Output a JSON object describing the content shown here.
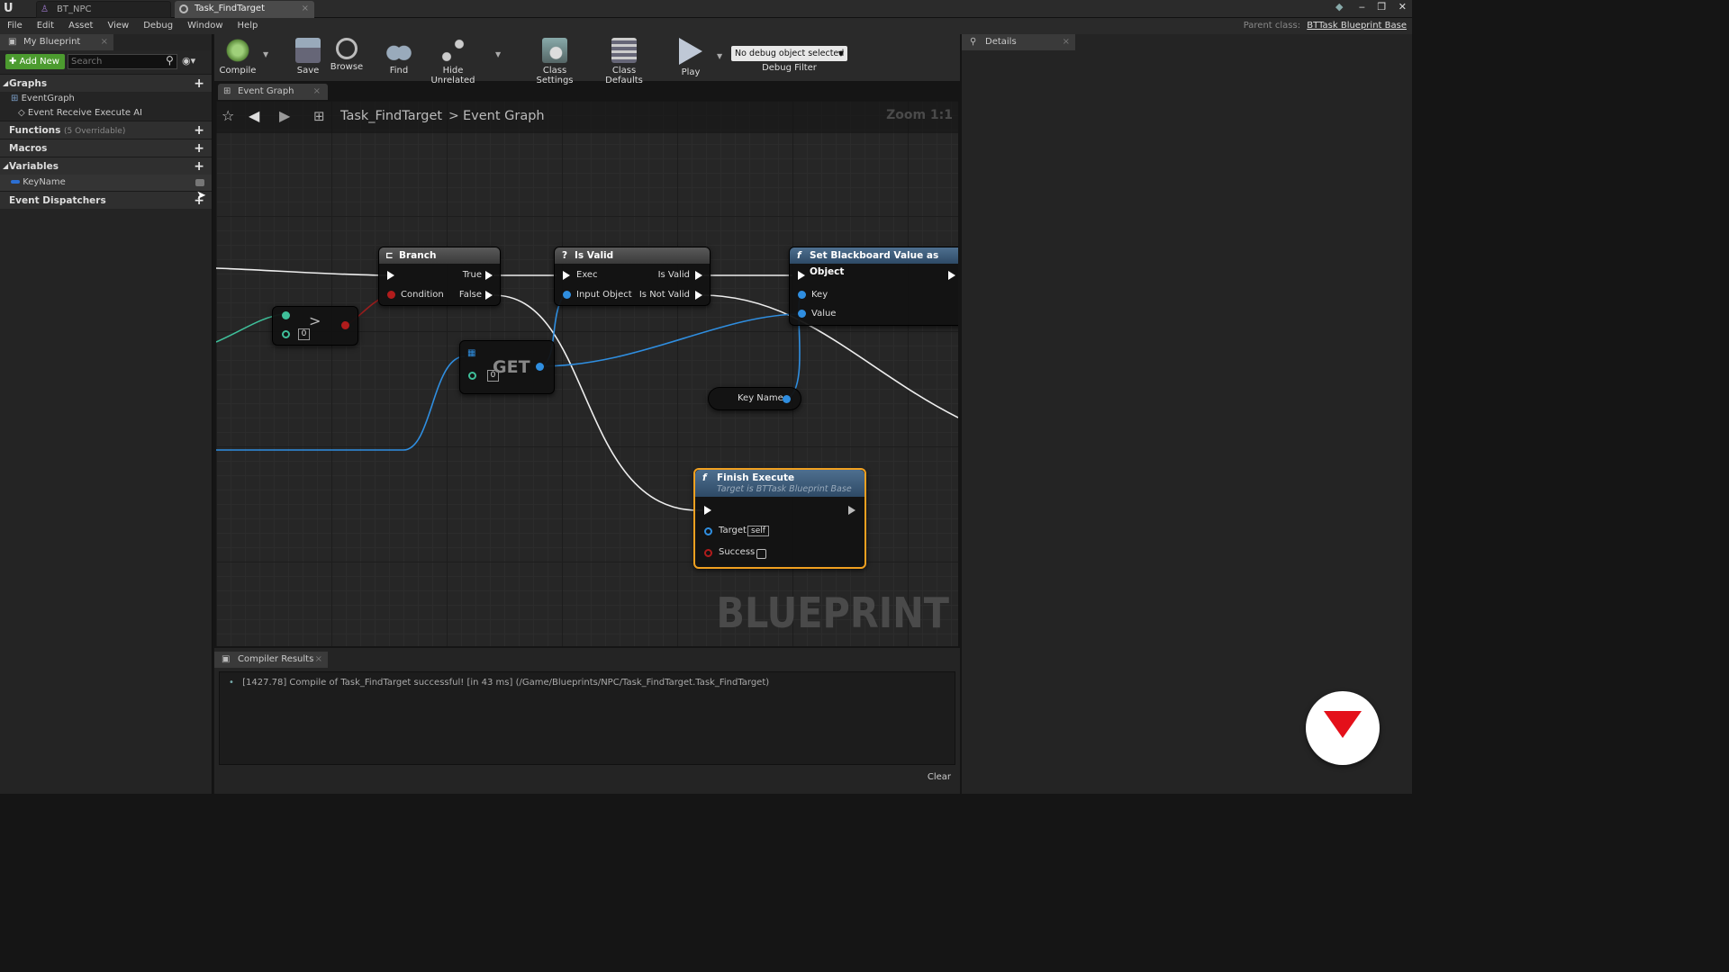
{
  "tabs": [
    {
      "label": "BT_NPC"
    },
    {
      "label": "Task_FindTarget"
    }
  ],
  "parent_class": {
    "label": "Parent class:",
    "value": "BTTask Blueprint Base"
  },
  "menu": [
    "File",
    "Edit",
    "Asset",
    "View",
    "Debug",
    "Window",
    "Help"
  ],
  "my_blueprint": {
    "tab": "My Blueprint",
    "add_new": "Add New",
    "search_placeholder": "Search",
    "graphs": "Graphs",
    "event_graph": "EventGraph",
    "event_receive": "Event Receive Execute AI",
    "functions": "Functions",
    "functions_note": "(5 Overridable)",
    "macros": "Macros",
    "variables": "Variables",
    "var_keyname": "KeyName",
    "dispatchers": "Event Dispatchers"
  },
  "toolbar": {
    "compile": "Compile",
    "save": "Save",
    "browse": "Browse",
    "find": "Find",
    "hide_unrelated": "Hide Unrelated",
    "class_settings": "Class Settings",
    "class_defaults": "Class Defaults",
    "play": "Play",
    "debug_select": "No debug object selected",
    "debug_filter": "Debug Filter"
  },
  "graph": {
    "tab": "Event Graph",
    "breadcrumb_bp": "Task_FindTarget",
    "breadcrumb_sep": ">",
    "breadcrumb_graph": "Event Graph",
    "zoom": "Zoom 1:1",
    "watermark": "BLUEPRINT"
  },
  "nodes": {
    "branch": {
      "title": "Branch",
      "true": "True",
      "condition": "Condition",
      "false": "False"
    },
    "isvalid": {
      "title": "Is Valid",
      "exec": "Exec",
      "is_valid": "Is Valid",
      "input": "Input Object",
      "not_valid": "Is Not Valid"
    },
    "setbb": {
      "title": "Set Blackboard Value as Object",
      "key": "Key",
      "value": "Value"
    },
    "greater": {
      "op": ">",
      "val": "0"
    },
    "get": {
      "label": "GET",
      "idx": "0"
    },
    "keyname": {
      "label": "Key Name"
    },
    "finish": {
      "title": "Finish Execute",
      "subtitle": "Target is BTTask Blueprint Base",
      "target": "Target",
      "self": "self",
      "success": "Success"
    }
  },
  "compiler": {
    "tab": "Compiler Results",
    "message": "[1427.78] Compile of Task_FindTarget successful! [in 43 ms] (/Game/Blueprints/NPC/Task_FindTarget.Task_FindTarget)",
    "clear": "Clear"
  },
  "details": {
    "tab": "Details"
  }
}
